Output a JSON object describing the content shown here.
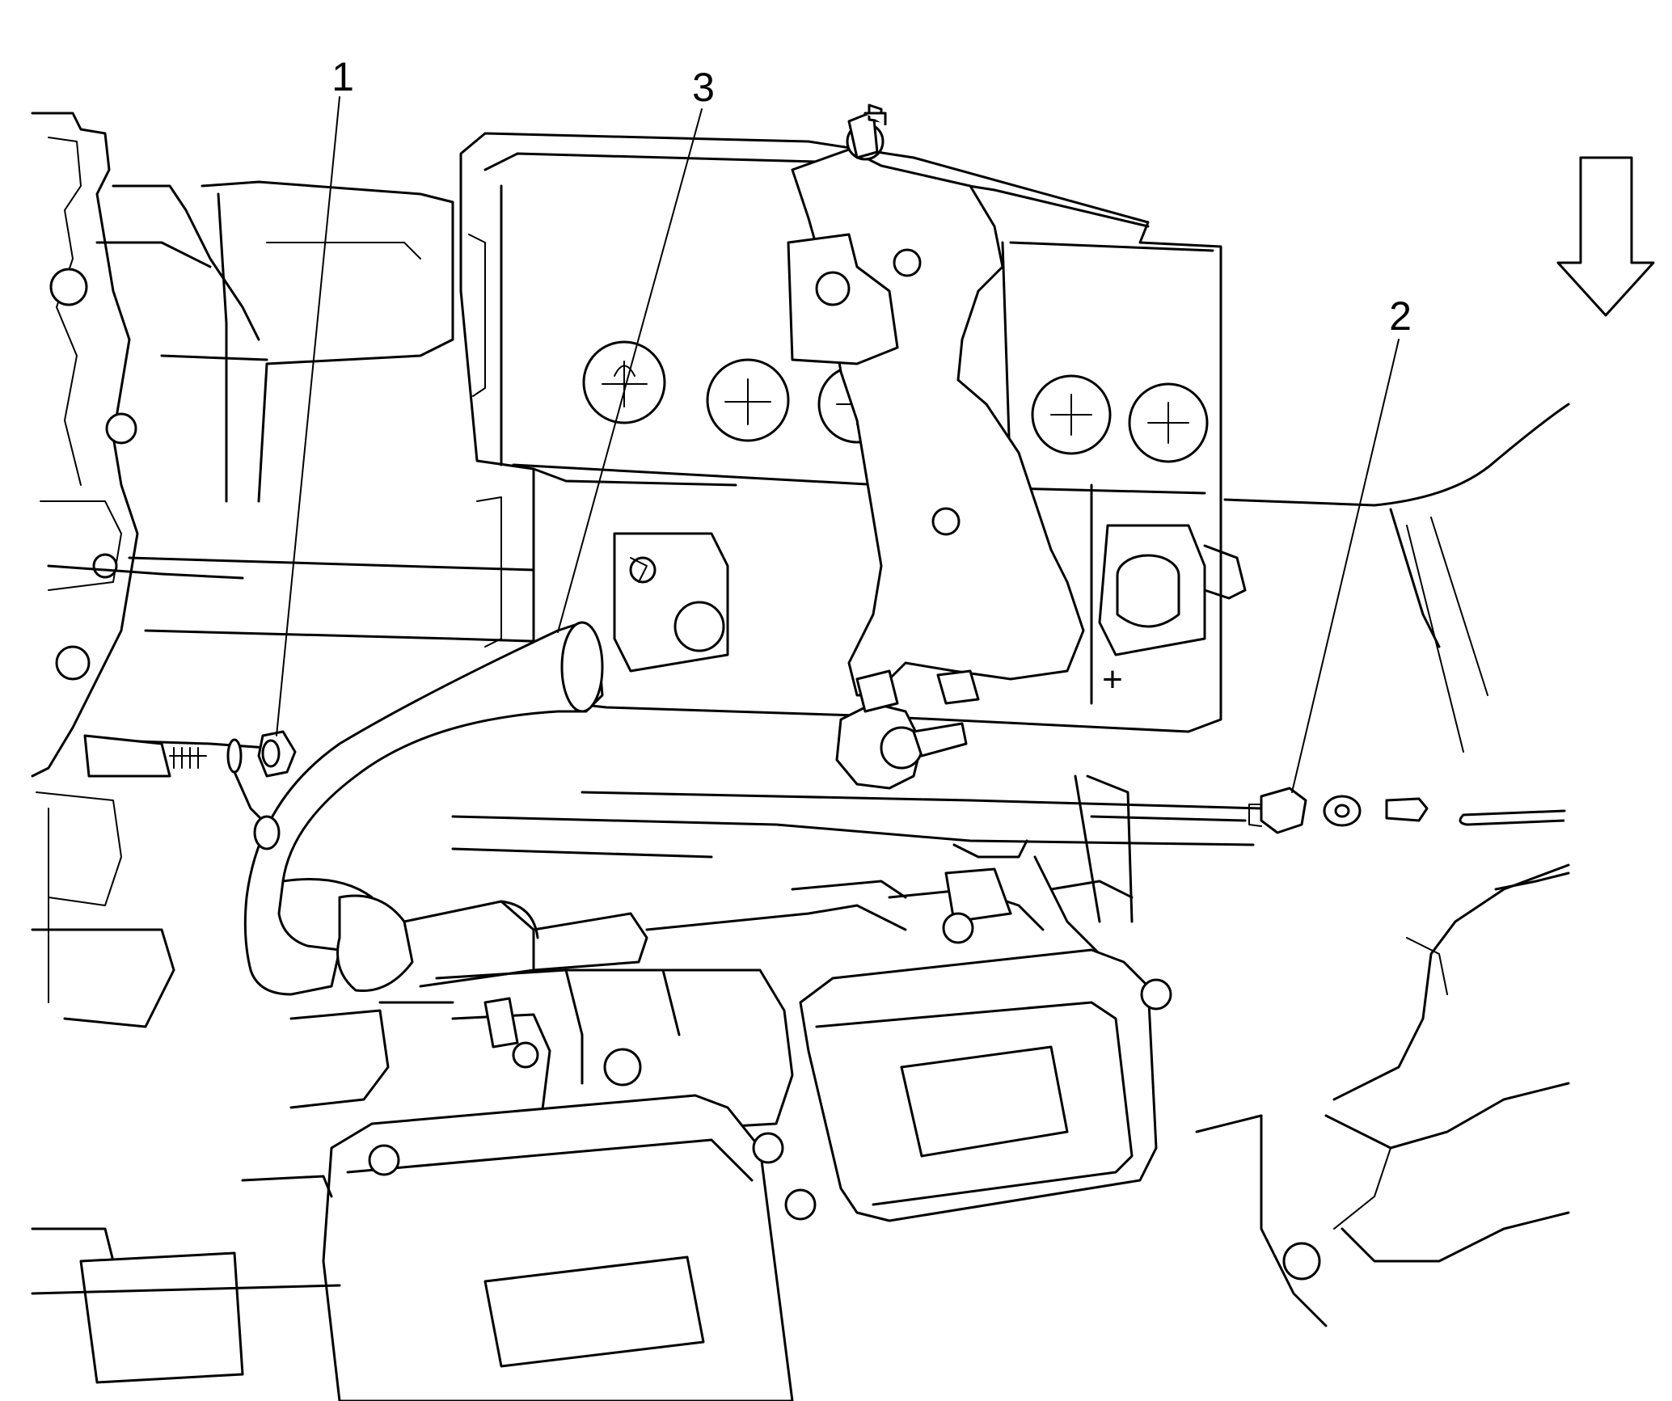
{
  "callouts": [
    {
      "id": "1",
      "text": "1"
    },
    {
      "id": "2",
      "text": "2"
    },
    {
      "id": "3",
      "text": "3"
    }
  ],
  "battery": {
    "polarity_mark": "+"
  },
  "colors": {
    "line": "#000000",
    "background": "#ffffff"
  }
}
